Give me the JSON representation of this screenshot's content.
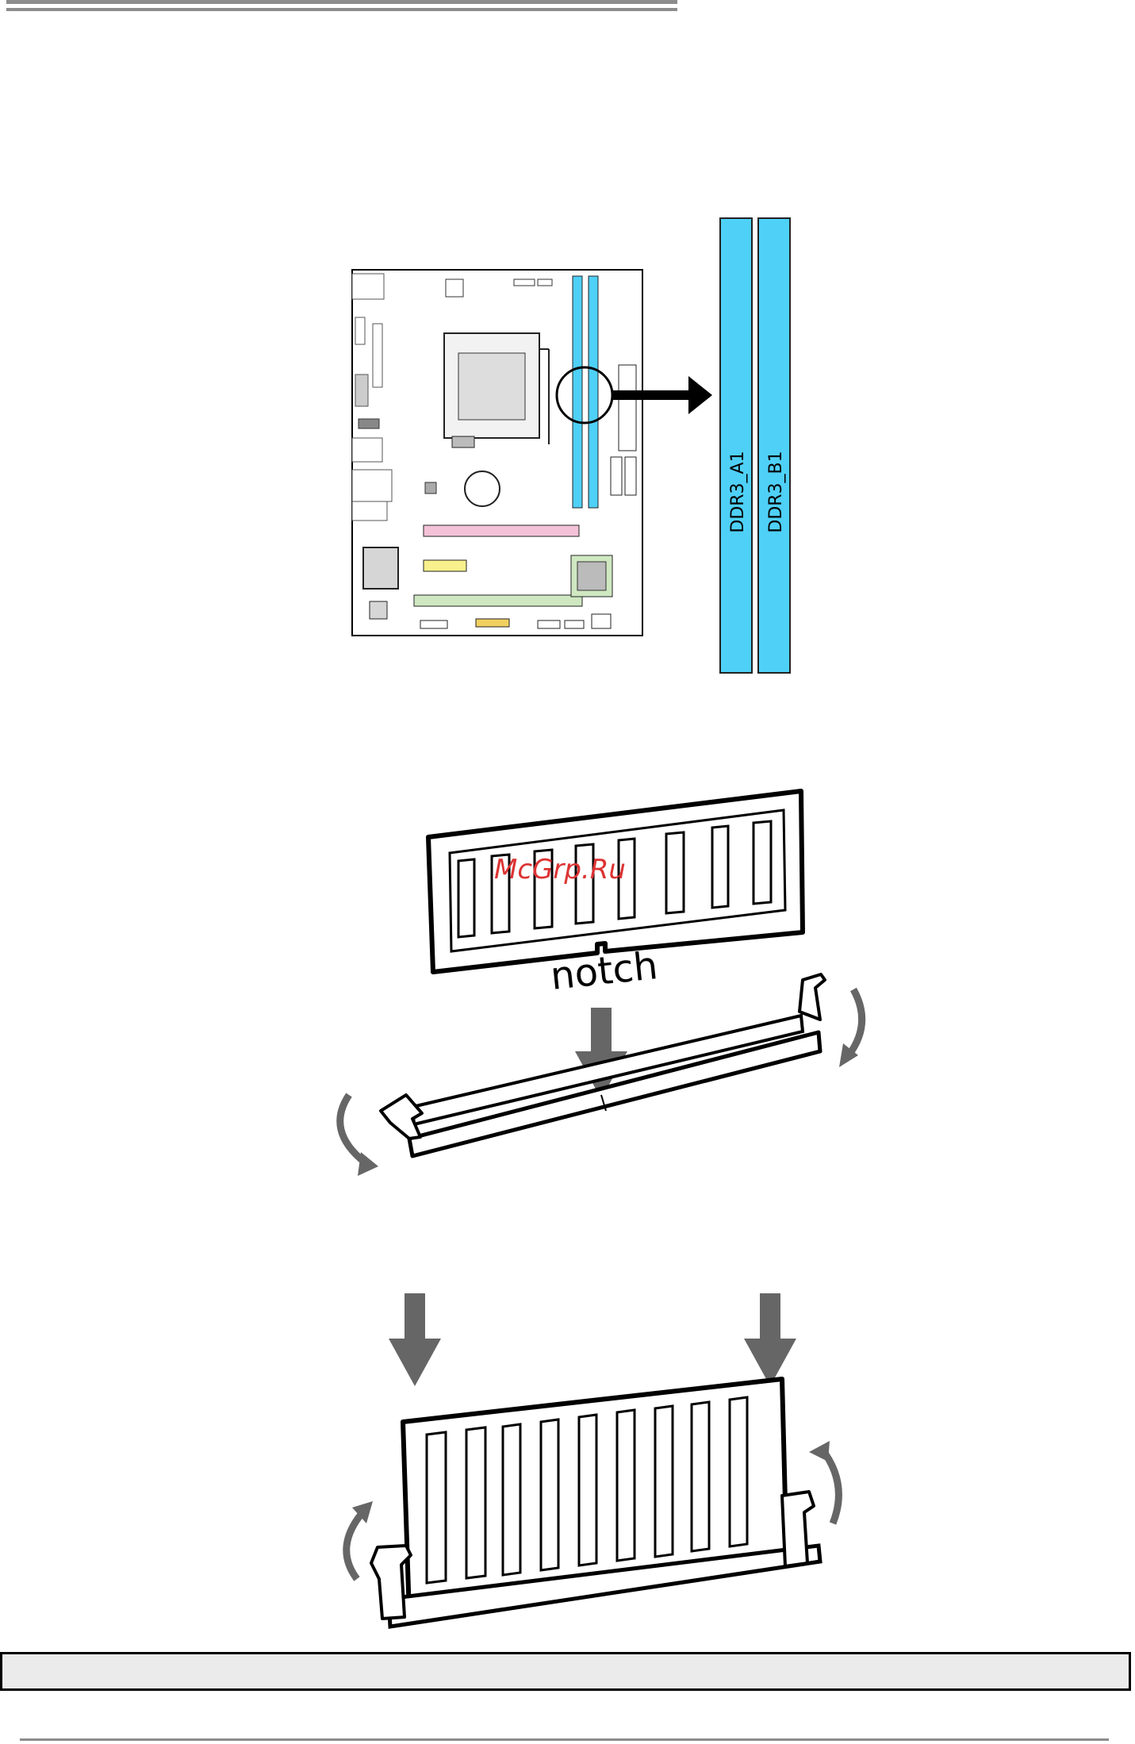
{
  "slots": {
    "slot_a_label": "DDR3_A1",
    "slot_b_label": "DDR3_B1",
    "slot_color": "#4fd0f7"
  },
  "insert_step": {
    "notch_label": "notch"
  },
  "watermark": {
    "text": "McGrp.Ru",
    "color": "#d33333"
  },
  "note_box": {
    "text": ""
  }
}
